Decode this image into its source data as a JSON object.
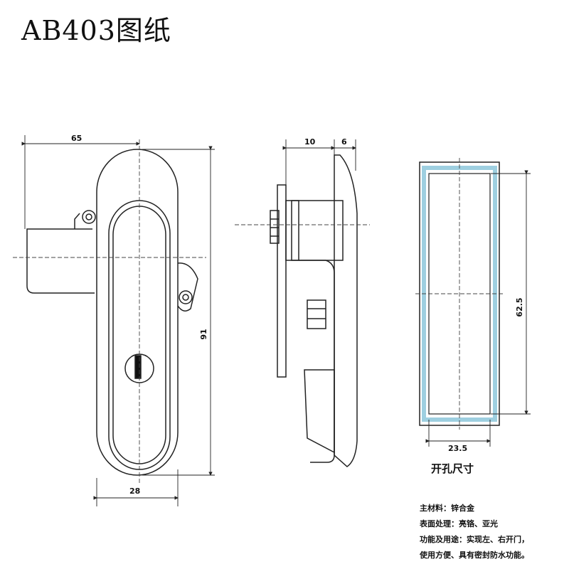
{
  "title": "AB403图纸",
  "dimensions": {
    "front_width": "65",
    "front_bottom": "28",
    "front_height": "91",
    "side_a": "10",
    "side_b": "6",
    "cutout_height": "62.5",
    "cutout_width": "23.5"
  },
  "cutout_caption": "开孔尺寸",
  "specs": [
    "主材料：锌合金",
    "表面处理：亮铬、亚光",
    "功能及用途：实现左、右开门，",
    "使用方便、具有密封防水功能。"
  ],
  "colors": {
    "line": "#222222",
    "cutout_frame": "#9ecfe0"
  }
}
